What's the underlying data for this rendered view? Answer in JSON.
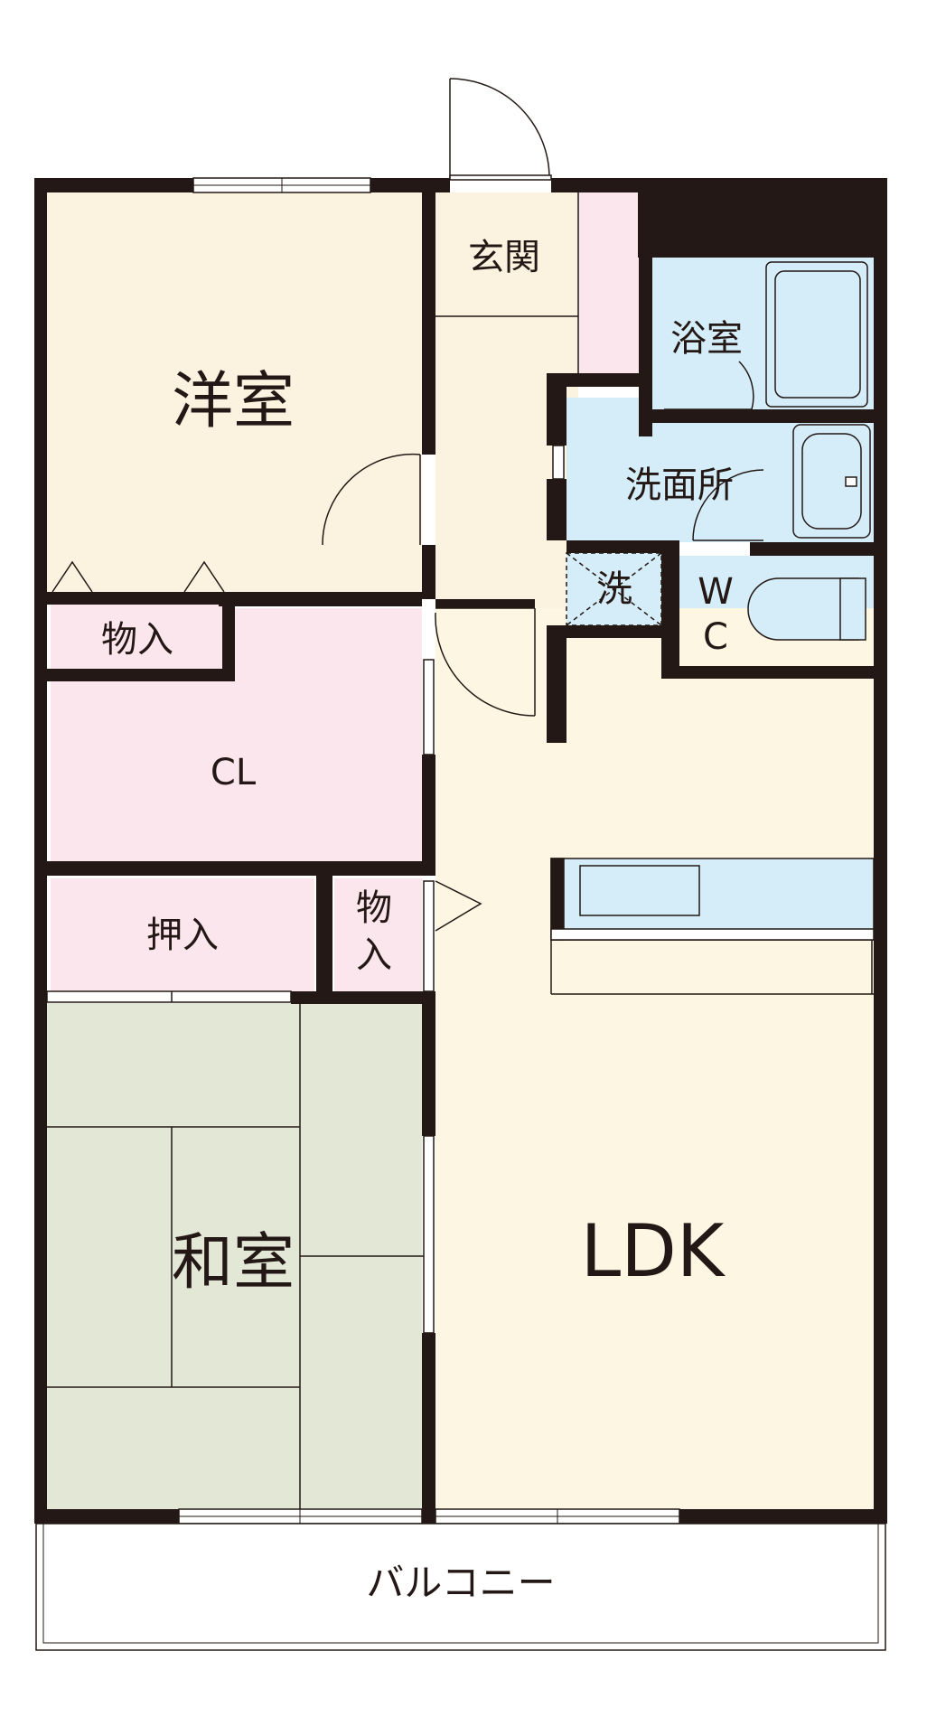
{
  "rooms": {
    "western": "洋室",
    "entrance": "玄関",
    "bath": "浴室",
    "washroom": "洗面所",
    "washer": "洗",
    "wc_w": "W",
    "wc_c": "C",
    "storage_upper": "物入",
    "closet": "CL",
    "oshiire": "押入",
    "storage_small_1": "物",
    "storage_small_2": "入",
    "japanese": "和室",
    "ldk": "LDK",
    "balcony": "バルコニー"
  },
  "colors": {
    "wall": "#231815",
    "western_floor": "#fbf2df",
    "ldk_floor": "#fdf6e3",
    "storage_floor": "#fce6ee",
    "wet_floor": "#d4edf8",
    "tatami_floor": "#e2e7d6",
    "line": "#231815"
  }
}
